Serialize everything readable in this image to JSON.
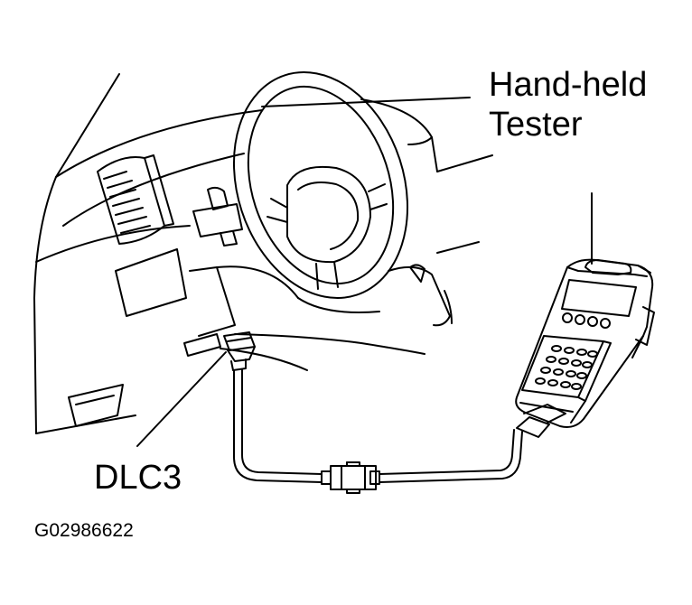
{
  "labels": {
    "tester_line1": "Hand-held",
    "tester_line2": "Tester",
    "connector": "DLC3",
    "figure_code": "G02986622"
  },
  "colors": {
    "ink": "#000000",
    "background": "#ffffff"
  }
}
